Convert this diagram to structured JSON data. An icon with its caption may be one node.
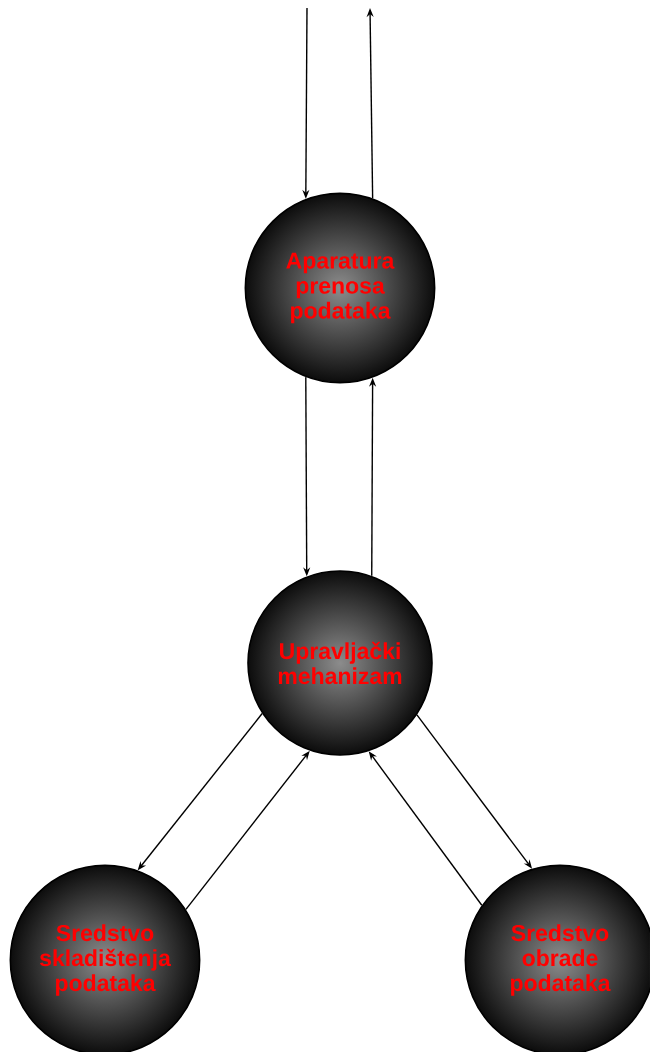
{
  "diagram": {
    "nodes": [
      {
        "text": [
          "Aparatura prenosa podataka"
        ]
      },
      {
        "text": [
          "Upravljački mehanizam"
        ]
      },
      {
        "text": [
          "Sredstvo skladištenja podataka"
        ]
      },
      {
        "text": [
          "Sredstvo obrade podataka"
        ]
      }
    ],
    "edges": [
      {
        "from": null,
        "to": 0,
        "arrow": "to"
      },
      {
        "from": 0,
        "to": null,
        "arrow": "to"
      },
      {
        "from": 0,
        "to": 1,
        "arrow": "to"
      },
      {
        "from": 1,
        "to": 0,
        "arrow": "to"
      },
      {
        "from": 1,
        "to": 2,
        "arrow": "to"
      },
      {
        "from": 2,
        "to": 1,
        "arrow": "to"
      },
      {
        "from": 1,
        "to": 3,
        "arrow": "to"
      },
      {
        "from": 3,
        "to": 1,
        "arrow": "to"
      }
    ]
  }
}
